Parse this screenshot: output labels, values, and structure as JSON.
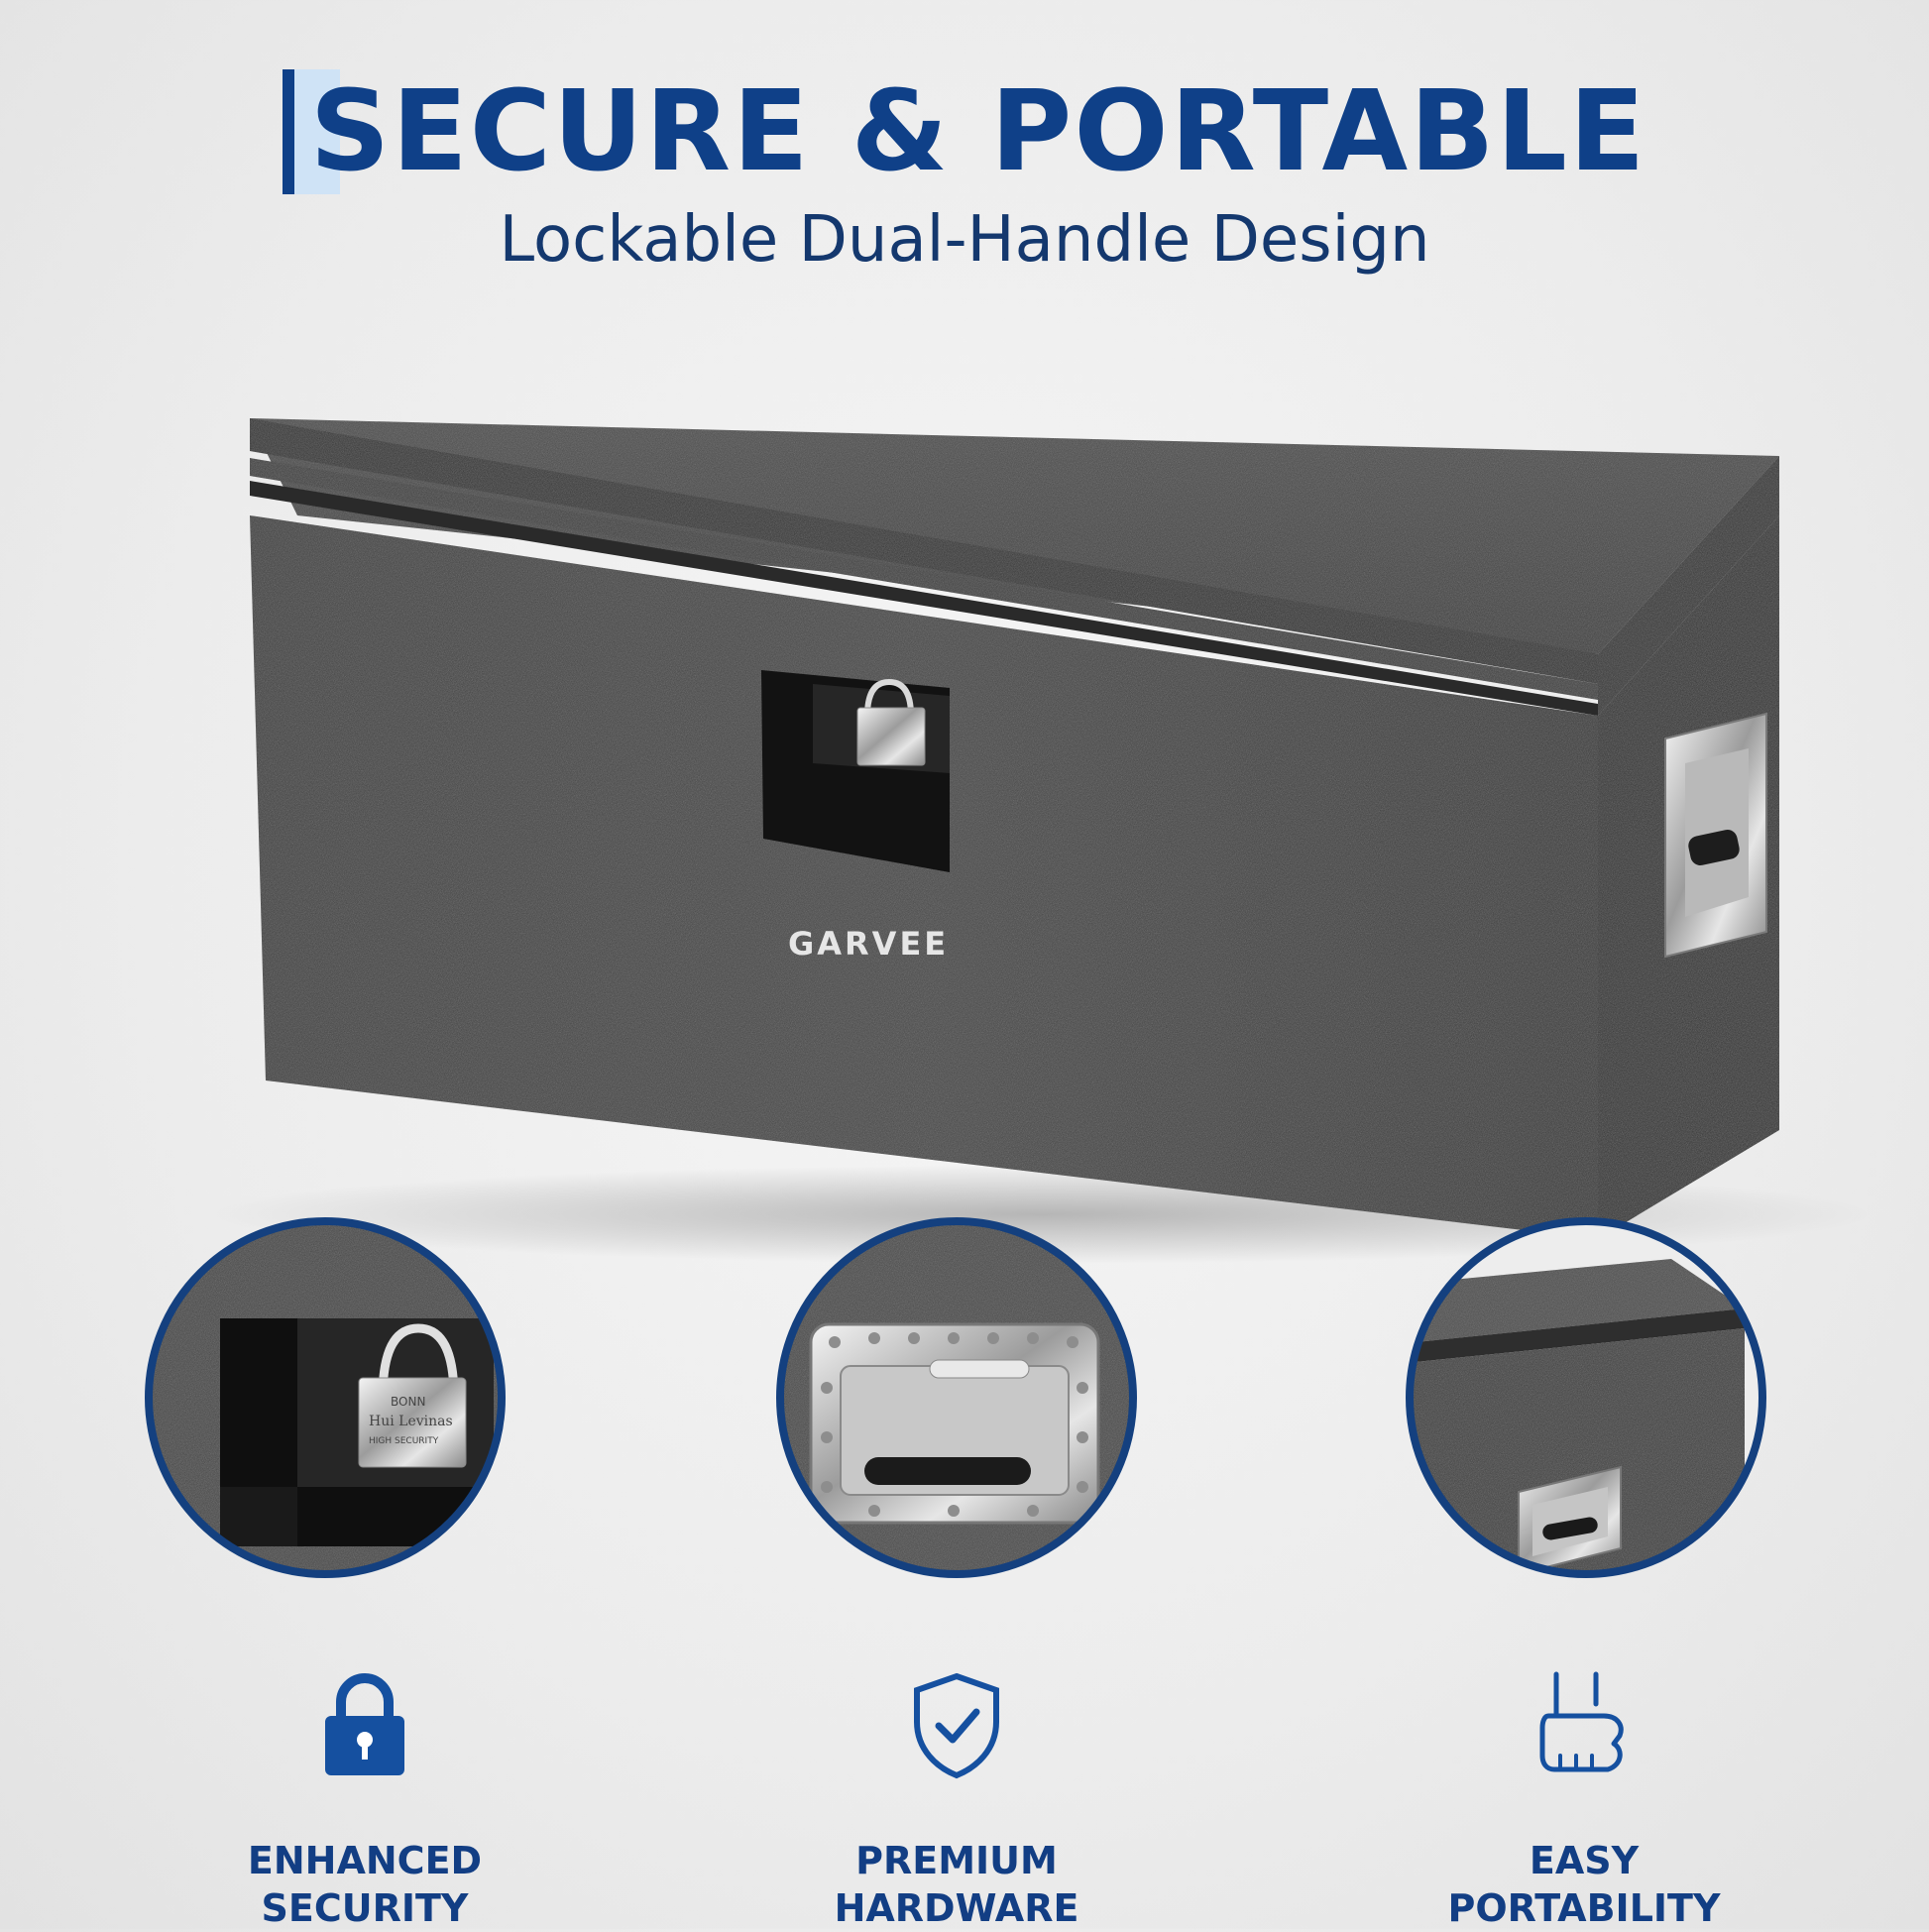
{
  "header": {
    "title": "SECURE & PORTABLE",
    "subtitle": "Lockable Dual-Handle Design"
  },
  "product": {
    "brand_label": "GARVEE",
    "lock_engraving_1": "BONN",
    "lock_engraving_2": "Hui Levinas",
    "lock_engraving_3": "HIGH SECURITY"
  },
  "features": [
    {
      "icon": "padlock-icon",
      "line1": "ENHANCED",
      "line2": "SECURITY"
    },
    {
      "icon": "shield-check-icon",
      "line1": "PREMIUM",
      "line2": "HARDWARE"
    },
    {
      "icon": "hand-grip-icon",
      "line1": "EASY",
      "line2": "PORTABILITY"
    }
  ],
  "colors": {
    "primary_blue": "#0f4088",
    "light_blue": "#cfe3f6",
    "box_dark": "#3a3a3a",
    "background": "#ececec"
  }
}
